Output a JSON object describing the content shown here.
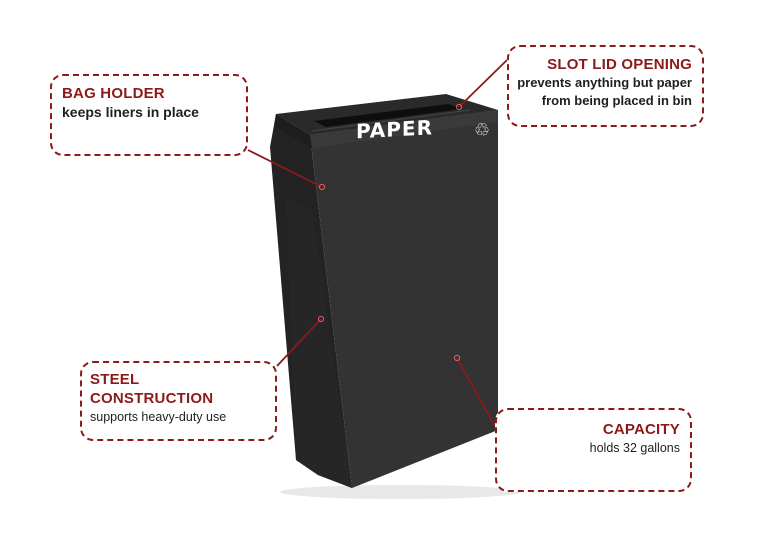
{
  "product": {
    "label_text": "PAPER",
    "recycle_symbol": "♲",
    "body_color": "#2e2e2e",
    "accent_color": "#8b1a1a"
  },
  "callouts": {
    "bag_holder": {
      "title": "BAG HOLDER",
      "description": "keeps liners in place"
    },
    "slot_lid": {
      "title": "SLOT LID OPENING",
      "description_line1": "prevents anything but paper",
      "description_line2": "from being placed in bin"
    },
    "steel": {
      "title_line1": "STEEL",
      "title_line2": "CONSTRUCTION",
      "description": "supports heavy-duty use"
    },
    "capacity": {
      "title": "CAPACITY",
      "description": "holds 32 gallons"
    }
  }
}
